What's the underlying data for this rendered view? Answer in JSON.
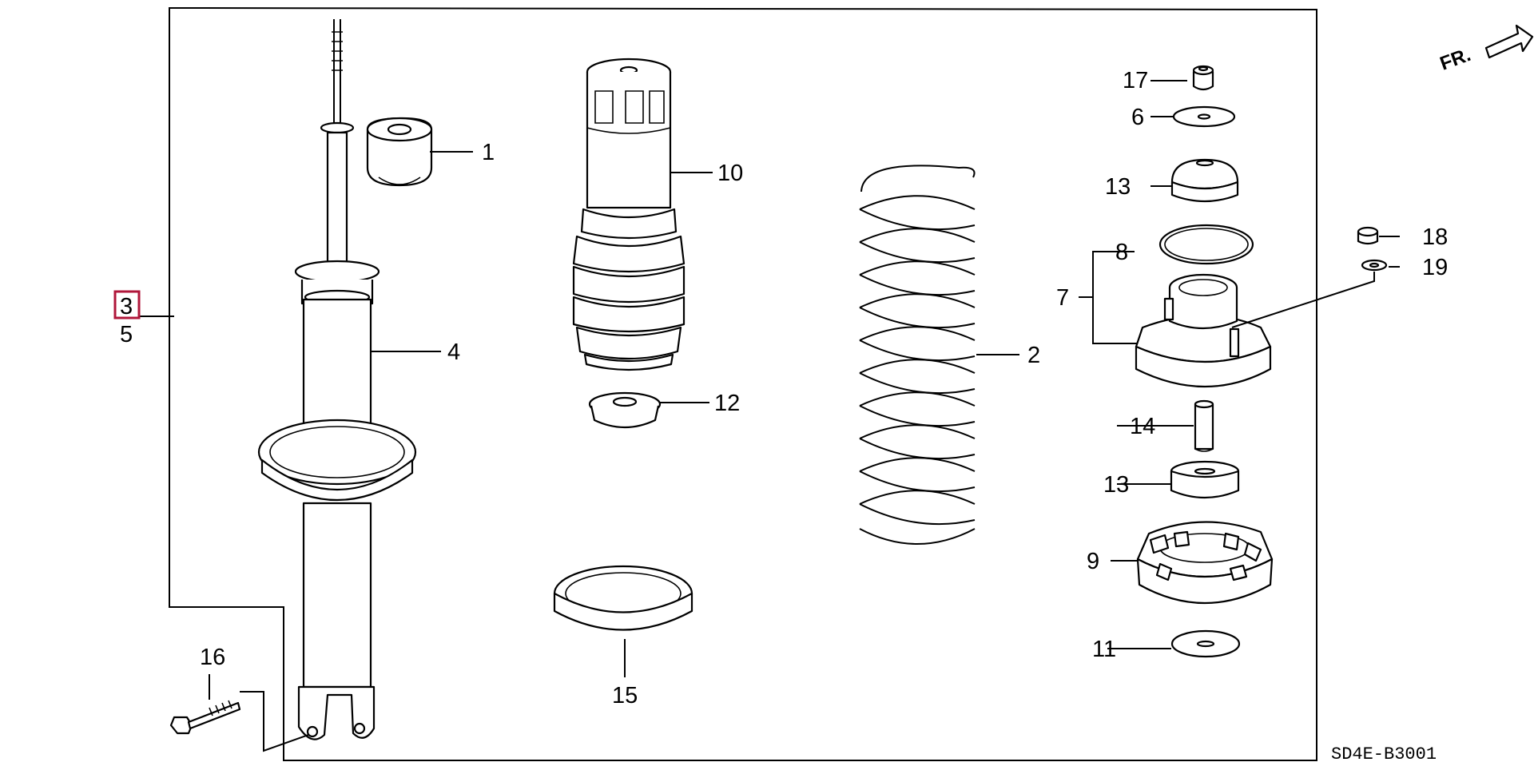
{
  "diagram": {
    "code": "SD4E-B3001",
    "direction_label": "FR.",
    "selected_part": "3",
    "assembly_labels": [
      "3",
      "5"
    ],
    "callouts": [
      "1",
      "2",
      "4",
      "6",
      "7",
      "8",
      "9",
      "10",
      "11",
      "12",
      "13",
      "13",
      "14",
      "15",
      "16",
      "17",
      "18",
      "19"
    ],
    "colors": {
      "line": "#000000",
      "highlight": "#b0163a",
      "background": "#ffffff"
    }
  }
}
